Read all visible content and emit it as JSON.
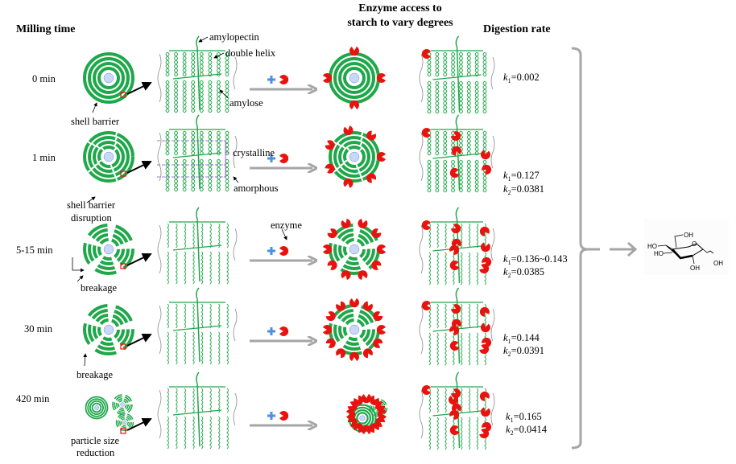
{
  "headers": {
    "milling_time": "Milling time",
    "enzyme_access_line1": "Enzyme access to",
    "enzyme_access_line2": "starch to vary degrees",
    "digestion_rate": "Digestion rate"
  },
  "rows": [
    {
      "time": "0 min",
      "k1": "0.002",
      "k2": null
    },
    {
      "time": "1 min",
      "k1": "0.127",
      "k2": "0.0381"
    },
    {
      "time": "5-15 min",
      "k1": "0.136~0.143",
      "k2": "0.0385"
    },
    {
      "time": "30 min",
      "k1": "0.144",
      "k2": "0.0391"
    },
    {
      "time": "420 min",
      "k1": "0.165",
      "k2": "0.0414"
    }
  ],
  "k_labels": {
    "k1_prefix": "k",
    "k1_sub": "1",
    "k2_prefix": "k",
    "k2_sub": "2",
    "eq": "="
  },
  "annotations": {
    "amylopectin": "amylopectin",
    "double_helix": "double helix",
    "amylose": "amylose",
    "shell_barrier": "shell barrier",
    "crystalline": "crystalline",
    "amorphous": "amorphous",
    "shell_barrier_disruption_1": "shell barrier",
    "shell_barrier_disruption_2": "disruption",
    "enzyme": "enzyme",
    "breakage_1": "breakage",
    "breakage_2": "breakage",
    "particle_size_1": "particle size",
    "particle_size_2": "reduction"
  },
  "glucose": {
    "oh_top": "OH",
    "o_ring": "O",
    "ho_1": "HO",
    "ho_2": "HO",
    "oh_bottom": "OH",
    "oh_right": "OH"
  },
  "colors": {
    "starch": "#1fa84a",
    "enzyme": "#e8130e",
    "plus": "#4a8fe0",
    "arrow": "#a6a6a6",
    "amylose": "#8a8a8a",
    "dashed": "#8a4fc8"
  }
}
